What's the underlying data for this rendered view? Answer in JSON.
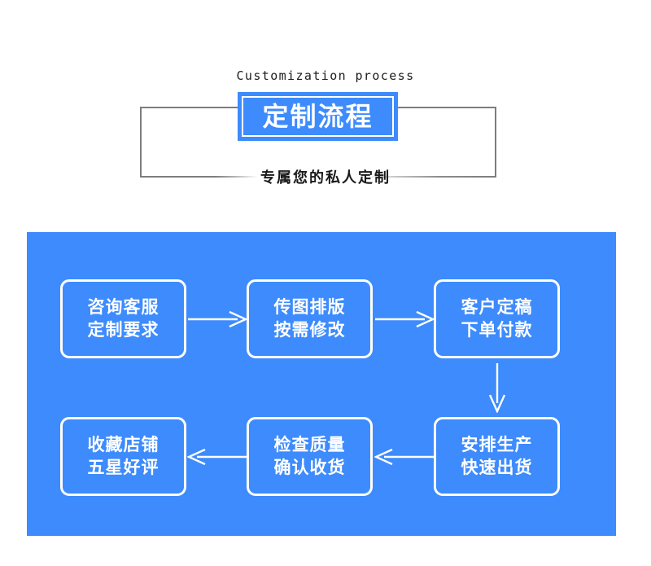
{
  "header": {
    "eyebrow": "Customization process",
    "title": "定制流程",
    "subtitle": "专属您的私人定制"
  },
  "colors": {
    "brand_blue": "#3d8bfc",
    "frame_gray": "#7d7d7d",
    "box_border": "#ffffff",
    "text_dark": "#1a1a1a"
  },
  "flow": {
    "steps": [
      {
        "id": 1,
        "line1": "咨询客服",
        "line2": "定制要求"
      },
      {
        "id": 2,
        "line1": "传图排版",
        "line2": "按需修改"
      },
      {
        "id": 3,
        "line1": "客户定稿",
        "line2": "下单付款"
      },
      {
        "id": 4,
        "line1": "安排生产",
        "line2": "快速出货"
      },
      {
        "id": 5,
        "line1": "检查质量",
        "line2": "确认收货"
      },
      {
        "id": 6,
        "line1": "收藏店铺",
        "line2": "五星好评"
      }
    ],
    "connectors": [
      {
        "id": 1,
        "from": 1,
        "to": 2,
        "direction": "right"
      },
      {
        "id": 2,
        "from": 2,
        "to": 3,
        "direction": "right"
      },
      {
        "id": 3,
        "from": 3,
        "to": 4,
        "direction": "down"
      },
      {
        "id": 4,
        "from": 4,
        "to": 5,
        "direction": "left"
      },
      {
        "id": 5,
        "from": 5,
        "to": 6,
        "direction": "left"
      }
    ]
  }
}
